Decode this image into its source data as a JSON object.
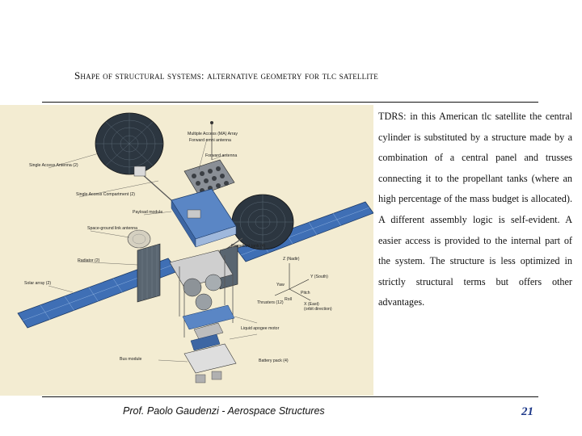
{
  "title": "Shape of structural systems: alternative geometry for tlc satellite",
  "body_text": "TDRS: in this American tlc satellite the central cylinder is substituted by a structure made by a combination of a central panel and trusses connecting it to the propellant tanks (where an high percentage of the mass budget is allocated). A different assembly logic is self-evident. A easier access is provided to the internal part of the system. The structure is less optimized in strictly structural terms but offers other advantages.",
  "footer": {
    "author": "Prof. Paolo Gaudenzi - Aerospace Structures",
    "page_number": "21"
  },
  "figure": {
    "labels": {
      "multiple_access_array": "Multiple Access (MA) Array",
      "forward_omni_antenna": "Forward omni antenna",
      "forward_antenna": "Forward antenna",
      "single_access_antenna": "Single Access Antenna (2)",
      "single_access_compartment": "Single Access Compartment (2)",
      "payload_module": "Payload module",
      "space_ground_link_antenna": "Space-ground link antenna",
      "radiator": "Radiator (2)",
      "solar_array": "Solar array (2)",
      "propellant_tank": "Propellant tank (4)",
      "thrusters": "Thrusters (12)",
      "liquid_apogee_motor": "Liquid apogee motor",
      "bus_module": "Bus module",
      "battery_pack": "Battery pack (4)",
      "axis_z": "Z (Nadir)",
      "axis_y": "Y (South)",
      "axis_x": "X (East)",
      "axis_x_sub": "(orbit direction)",
      "yaw": "Yaw",
      "pitch": "Pitch",
      "roll": "Roll"
    }
  }
}
